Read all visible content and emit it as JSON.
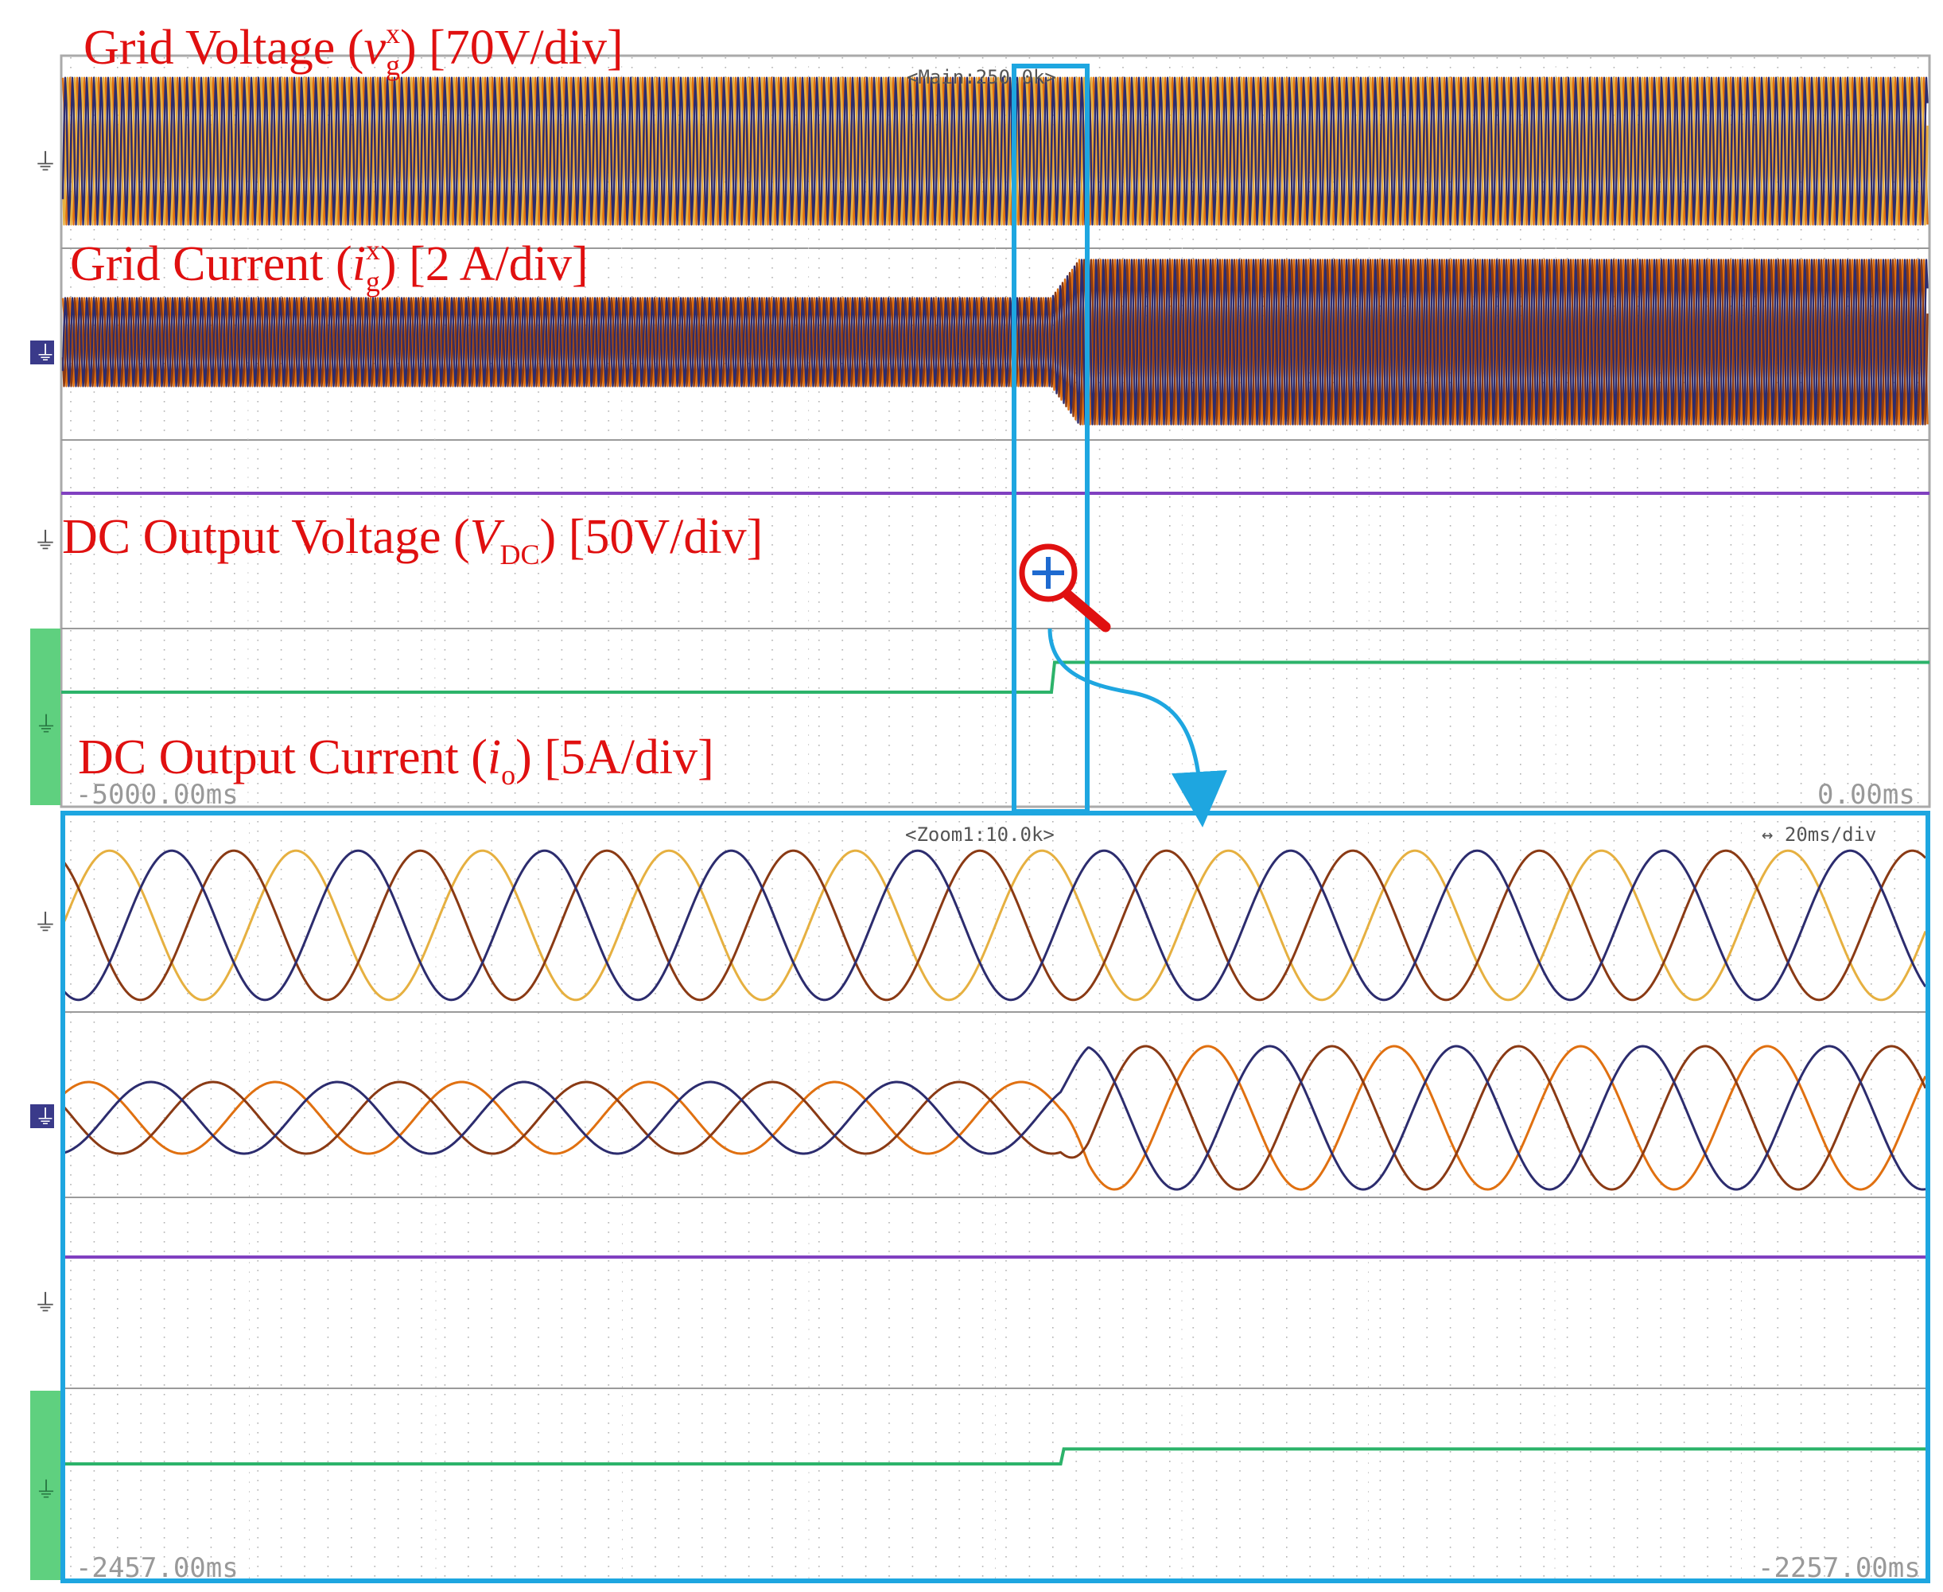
{
  "colors": {
    "phase_orange": "#e07010",
    "phase_yellow": "#e6b040",
    "phase_navy": "#2c2c6e",
    "phase_brown": "#8a3a14",
    "dc_voltage": "#8040c0",
    "dc_current": "#2cb36a",
    "annotation": "#e01010",
    "zoom_frame": "#1ea6e0",
    "green_marker": "#5fd07f",
    "ground_marker_blue": "#3a3a8a",
    "grid_dots": "#9a9a9a",
    "scope_text": "#555555"
  },
  "main_view": {
    "header_label": "<Main:250.0k>",
    "time_start_label": "-5000.00ms",
    "time_end_label": "0.00ms"
  },
  "zoom_view": {
    "header_label": "<Zoom1:10.0k>",
    "timebase_label": "↔ 20ms/div",
    "time_start_label": "-2457.00ms",
    "time_end_label": "-2257.00ms"
  },
  "annotations": {
    "grid_voltage": {
      "main": "Grid Voltage (",
      "symbol": "v",
      "sup": "x",
      "sub": "g",
      "tail": ") [70V/div]"
    },
    "grid_current": {
      "main": "Grid Current (",
      "symbol": "i",
      "sup": "x",
      "sub": "g",
      "tail": ") [2 A/div]"
    },
    "dc_voltage": {
      "main": "DC Output Voltage (",
      "symbol": "V",
      "sub": "DC",
      "tail": ") [50V/div]"
    },
    "dc_current": {
      "main": "DC Output Current (",
      "symbol": "i",
      "sub": "o",
      "tail": ") [5A/div]"
    }
  },
  "icons": {
    "zoom": "magnifier-plus-icon",
    "ground": "ground-marker-icon",
    "arrow": "curved-arrow-icon"
  },
  "chart_data": [
    {
      "type": "line",
      "view": "main",
      "x_range": [
        -5000,
        0
      ],
      "x_unit": "ms",
      "step_time": -2350,
      "series": [
        {
          "values_desc": "grid_voltage",
          "amplitude_div": 1.25,
          "amplitude_after_step_div": 1.25
        },
        {
          "values_desc": "grid_current",
          "amplitude_div": 0.75,
          "amplitude_after_step_div": 1.4
        },
        {
          "values_desc": "dc_voltage",
          "level_div": 0.0,
          "level_after_step_div": 0.0
        },
        {
          "values_desc": "dc_current",
          "level_div": 0.0,
          "level_after_step_div": 0.5
        }
      ]
    },
    {
      "type": "line",
      "view": "zoom",
      "x_range": [
        -2457,
        -2257
      ],
      "x_unit": "ms",
      "step_time": -2350,
      "frequency_hz": 50,
      "series": [
        {
          "values_desc": "grid_voltage",
          "amplitude_div": 1.25,
          "amplitude_after_step_div": 1.25
        },
        {
          "values_desc": "grid_current",
          "amplitude_div": 0.6,
          "amplitude_after_step_div": 1.2
        },
        {
          "values_desc": "dc_voltage",
          "level_div": 0.0,
          "level_after_step_div": 0.0
        },
        {
          "values_desc": "dc_current",
          "level_div": 0.0,
          "level_after_step_div": 0.25
        }
      ]
    }
  ]
}
